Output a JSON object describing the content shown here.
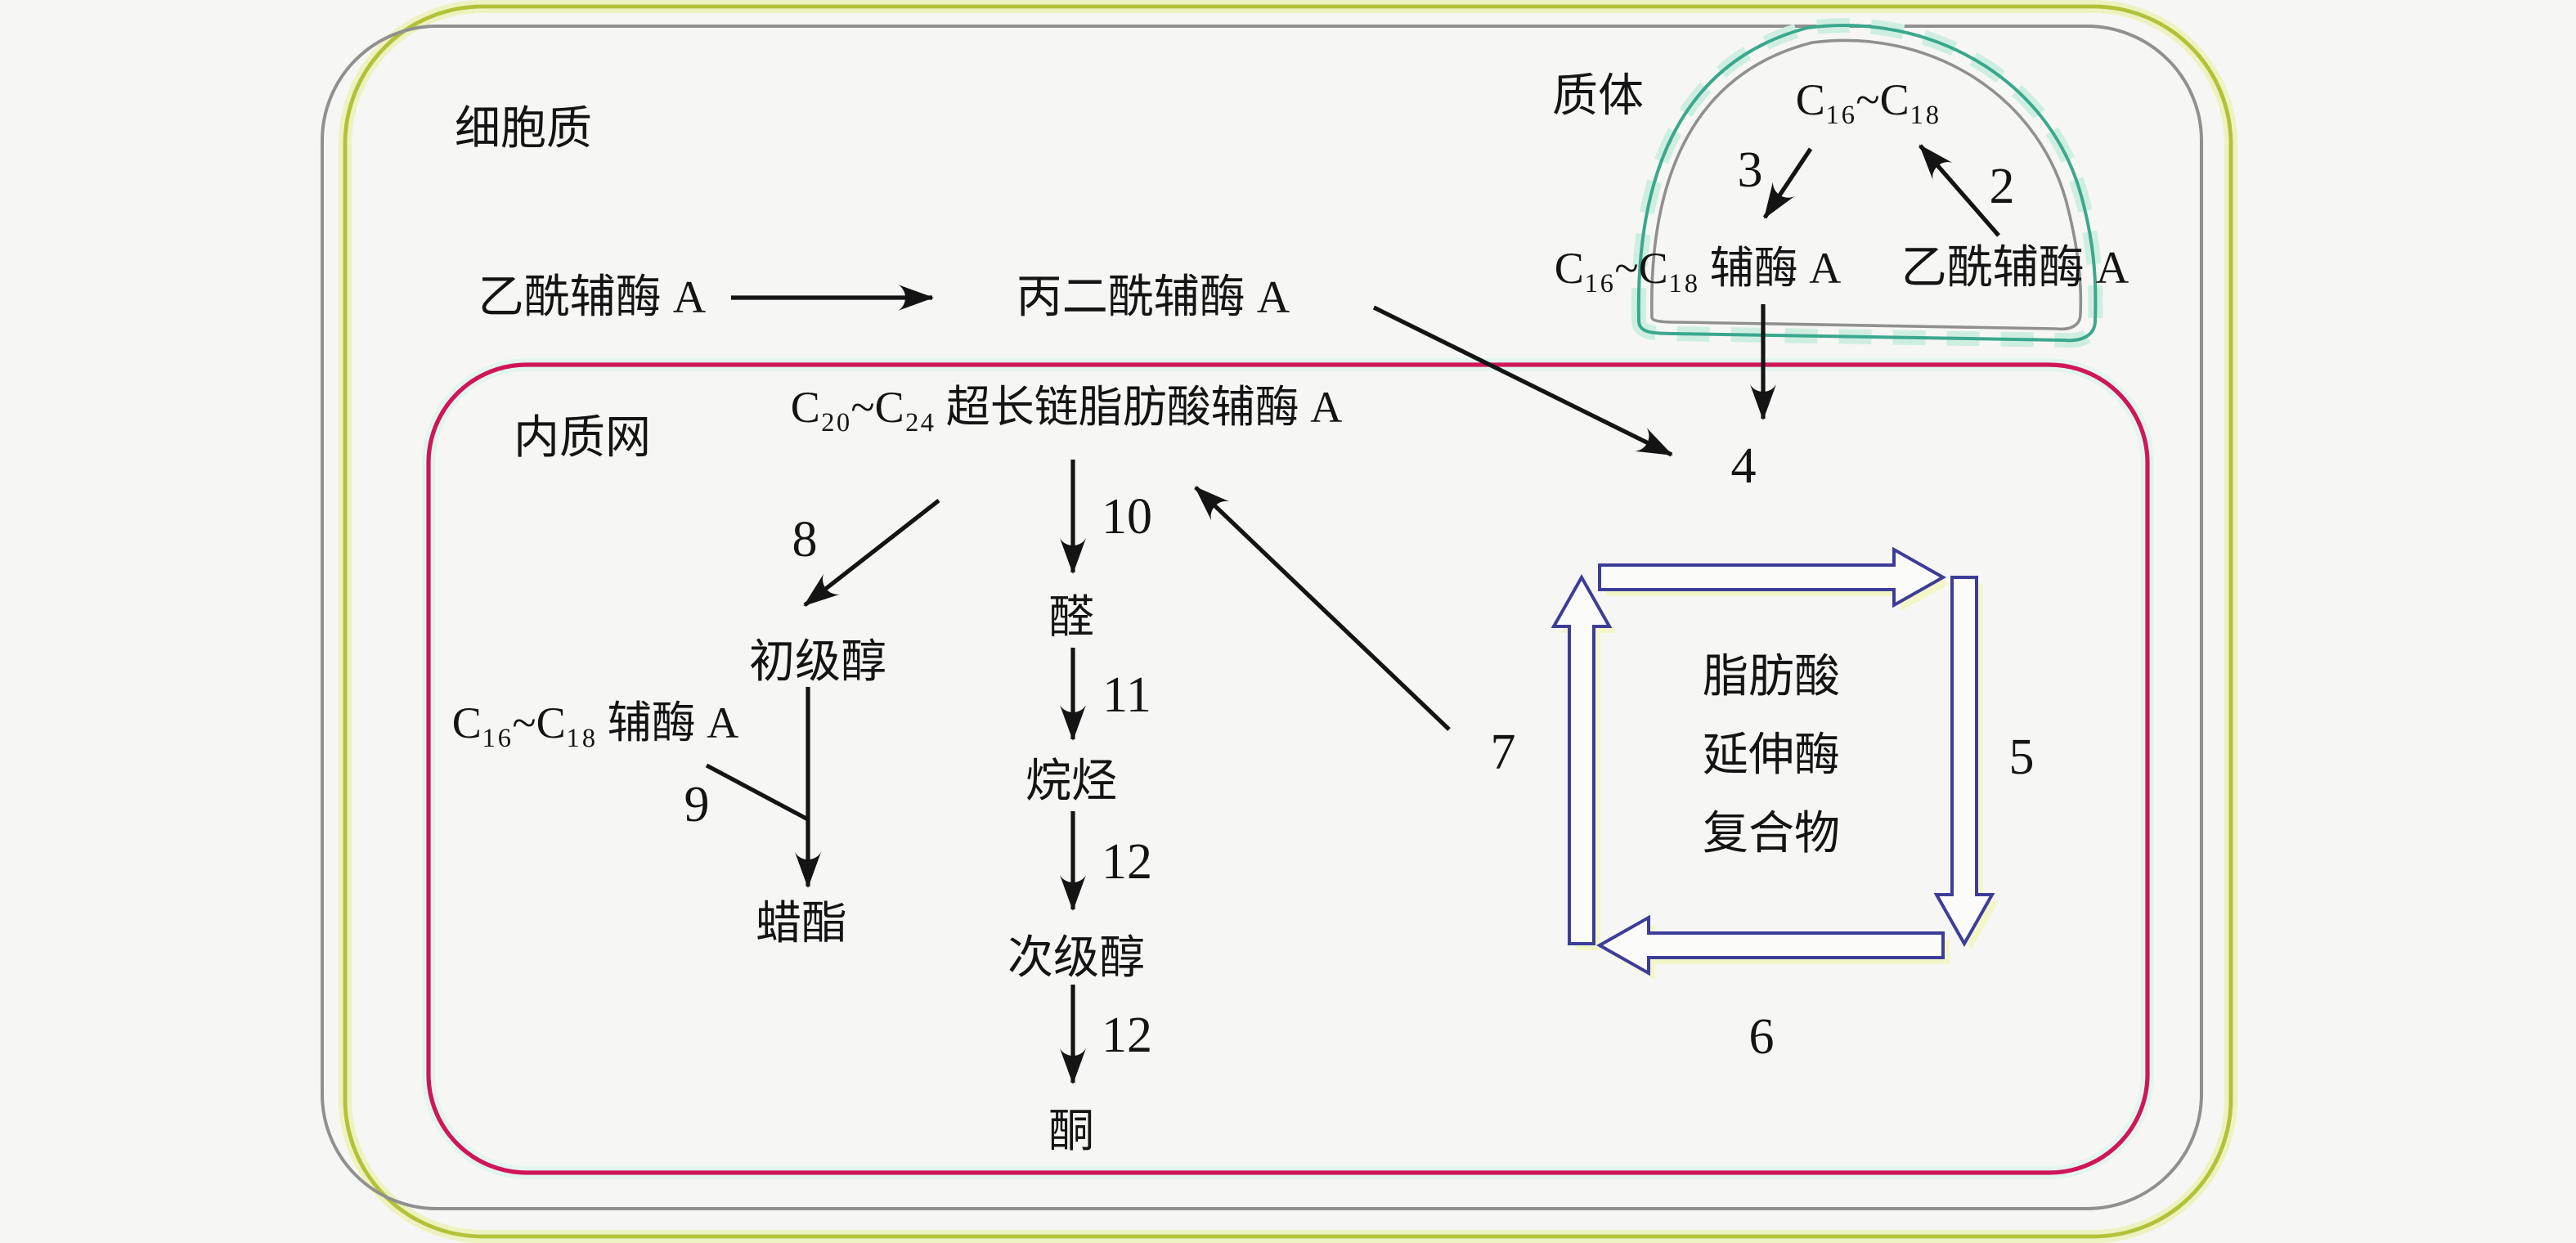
{
  "diagram": {
    "regions": {
      "cytoplasm": "细胞质",
      "plastid": "质体",
      "endoplasmic_reticulum": "内质网"
    },
    "plastid_nodes": {
      "c16_c18": "C₁₆~C₁₈",
      "c16_c18_coa": "C₁₆~C₁₈ 辅酶 A",
      "acetyl_coa": "乙酰辅酶 A"
    },
    "cytoplasm_nodes": {
      "acetyl_coa": "乙酰辅酶 A",
      "malonyl_coa": "丙二酰辅酶 A"
    },
    "er_nodes": {
      "vlcfa_coa": "C₂₀~C₂₄ 超长链脂肪酸辅酶 A",
      "aldehyde": "醛",
      "alkane": "烷烃",
      "secondary_alcohol": "次级醇",
      "ketone": "酮",
      "primary_alcohol": "初级醇",
      "c16_c18_coa": "C₁₆~C₁₈ 辅酶 A",
      "wax_ester": "蜡酯",
      "elongase_complex": [
        "脂肪酸",
        "延伸酶",
        "复合物"
      ]
    },
    "step_numbers": {
      "step2": "2",
      "step3": "3",
      "step4": "4",
      "step5": "5",
      "step6": "6",
      "step7": "7",
      "step8": "8",
      "step9": "9",
      "step10": "10",
      "step11": "11",
      "step12a": "12",
      "step12b": "12"
    },
    "colors": {
      "background": "#f6f6f4",
      "cell_wall": "#b3c138",
      "cell_wall_halo": "#edf2c0",
      "plasma_membrane": "#909090",
      "er_membrane": "#d01558",
      "er_halo": "#e2f5ef",
      "plastid_outline": "#3aa88d",
      "plastid_halo": "#cfeee2",
      "cycle_arrow_outline": "#3c3d98",
      "cycle_arrow_shadow": "#f3f6c8",
      "text": "#141414"
    }
  }
}
